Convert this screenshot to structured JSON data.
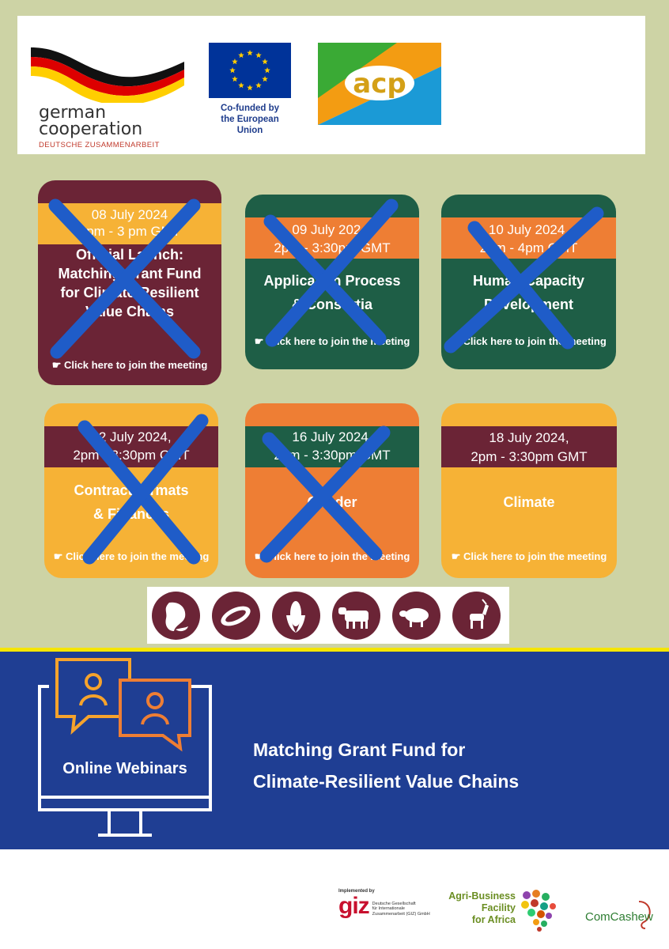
{
  "header_logos": {
    "german": {
      "line1": "german",
      "line2": "cooperation",
      "line3": "DEUTSCHE ZUSAMMENARBEIT"
    },
    "eu": {
      "line1": "Co-funded by",
      "line2": "the European Union"
    },
    "acp": {
      "mark": "acp"
    }
  },
  "webinars": [
    {
      "date": "08 July 2024",
      "time": "2pm - 3 pm GMT",
      "topic_lines": [
        "Official Launch:",
        "Matching Grant Fund",
        "for Climate-Resilient",
        "Value Chains"
      ],
      "join": "☛ Click here to join the meeting",
      "crossed": true
    },
    {
      "date": "09 July 2024,",
      "time": "2pm - 3:30pm GMT",
      "topic_lines": [
        "Application Process",
        "& Consortia"
      ],
      "join": "☛ Click here to join the meeting",
      "crossed": true
    },
    {
      "date": "10 July 2024,",
      "time": "2pm - 4pm GMT",
      "topic_lines": [
        "Human Capacity",
        "Development"
      ],
      "join": "☛ Click here to join the meeting",
      "crossed": true
    },
    {
      "date": "12 July 2024,",
      "time": "2pm - 3:30pm GMT",
      "topic_lines": [
        "Contract formats",
        "& Finances"
      ],
      "join": "☛ Click here to join the meeting",
      "crossed": true
    },
    {
      "date": "16 July 2024,",
      "time": "2pm - 3:30pm GMT",
      "topic_lines": [
        "Gender"
      ],
      "join": "☛ Click here to join the meeting",
      "crossed": true
    },
    {
      "date": "18 July 2024,",
      "time": "2pm - 3:30pm GMT",
      "topic_lines": [
        "Climate"
      ],
      "join": "☛ Click here to join the meeting",
      "crossed": false
    }
  ],
  "value_chain_icons": [
    "cashew-icon",
    "cocoa-icon",
    "maize-icon",
    "cattle-icon",
    "sheep-icon",
    "goat-icon"
  ],
  "banner": {
    "label": "Online Webinars",
    "title_line1": "Matching Grant Fund for",
    "title_line2": "Climate-Resilient Value Chains"
  },
  "footer": {
    "giz_implemented": "Implemented by",
    "giz_logo": "giz",
    "giz_desc_1": "Deutsche Gesellschaft",
    "giz_desc_2": "für Internationale",
    "giz_desc_3": "Zusammenarbeit (GIZ) GmbH",
    "abf_1": "Agri-Business",
    "abf_2": "Facility",
    "abf_3": "for Africa",
    "comcashew": "ComCashew"
  },
  "colors": {
    "background": "#cdd3a5",
    "maroon": "#6b2436",
    "dark_green": "#1e5e46",
    "orange": "#ee7e34",
    "yellow": "#f6b236",
    "cross_blue": "#1f5cc8",
    "banner_blue": "#1f3e93"
  }
}
